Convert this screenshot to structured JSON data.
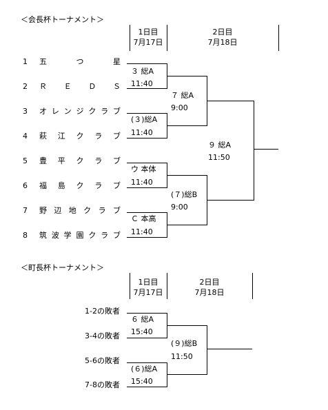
{
  "kaichou": {
    "title": "＜会長杯トーナメント＞",
    "day1_label": "1日目",
    "day1_date": "7月17日",
    "day2_label": "2日目",
    "day2_date": "7月18日",
    "teams": [
      {
        "num": "1",
        "chars": [
          "五",
          "つ",
          "星"
        ]
      },
      {
        "num": "2",
        "chars": [
          "Ｒ",
          "Ｅ",
          "Ｄ",
          "Ｓ"
        ]
      },
      {
        "num": "3",
        "chars": [
          "オ",
          "レ",
          "ン",
          "ジ",
          "ク",
          "ラ",
          "ブ"
        ]
      },
      {
        "num": "4",
        "chars": [
          "萩",
          "江",
          "ク",
          "ラ",
          "ブ"
        ]
      },
      {
        "num": "5",
        "chars": [
          "豊",
          "平",
          "ク",
          "ラ",
          "ブ"
        ]
      },
      {
        "num": "6",
        "chars": [
          "福",
          "島",
          "ク",
          "ラ",
          "ブ"
        ]
      },
      {
        "num": "7",
        "chars": [
          "野",
          "辺",
          "地",
          "ク",
          "ラ",
          "ブ"
        ]
      },
      {
        "num": "8",
        "chars": [
          "筑",
          "波",
          "学",
          "園",
          "ク",
          "ラ",
          "ブ"
        ]
      }
    ],
    "r1": [
      {
        "venue": "３ 総A",
        "time": "11:40"
      },
      {
        "venue": "(３)総A",
        "time": "11:40"
      },
      {
        "venue": "ウ 本体",
        "time": "11:40"
      },
      {
        "venue": "Ｃ 本高",
        "time": "11:40"
      }
    ],
    "r2": [
      {
        "venue": "７ 総A",
        "time": "9:00"
      },
      {
        "venue": "(７)総B",
        "time": "9:00"
      }
    ],
    "final": {
      "venue": "９ 総A",
      "time": "11:50"
    }
  },
  "chouchou": {
    "title": "＜町長杯トーナメント＞",
    "day1_label": "1日目",
    "day1_date": "7月17日",
    "day2_label": "2日目",
    "day2_date": "7月18日",
    "teams": [
      "1-2の敗者",
      "3-4の敗者",
      "5-6の敗者",
      "7-8の敗者"
    ],
    "r1": [
      {
        "venue": "６ 総A",
        "time": "15:40"
      },
      {
        "venue": "(６)総A",
        "time": "15:40"
      }
    ],
    "final": {
      "venue": "(９)総B",
      "time": "11:50"
    }
  }
}
